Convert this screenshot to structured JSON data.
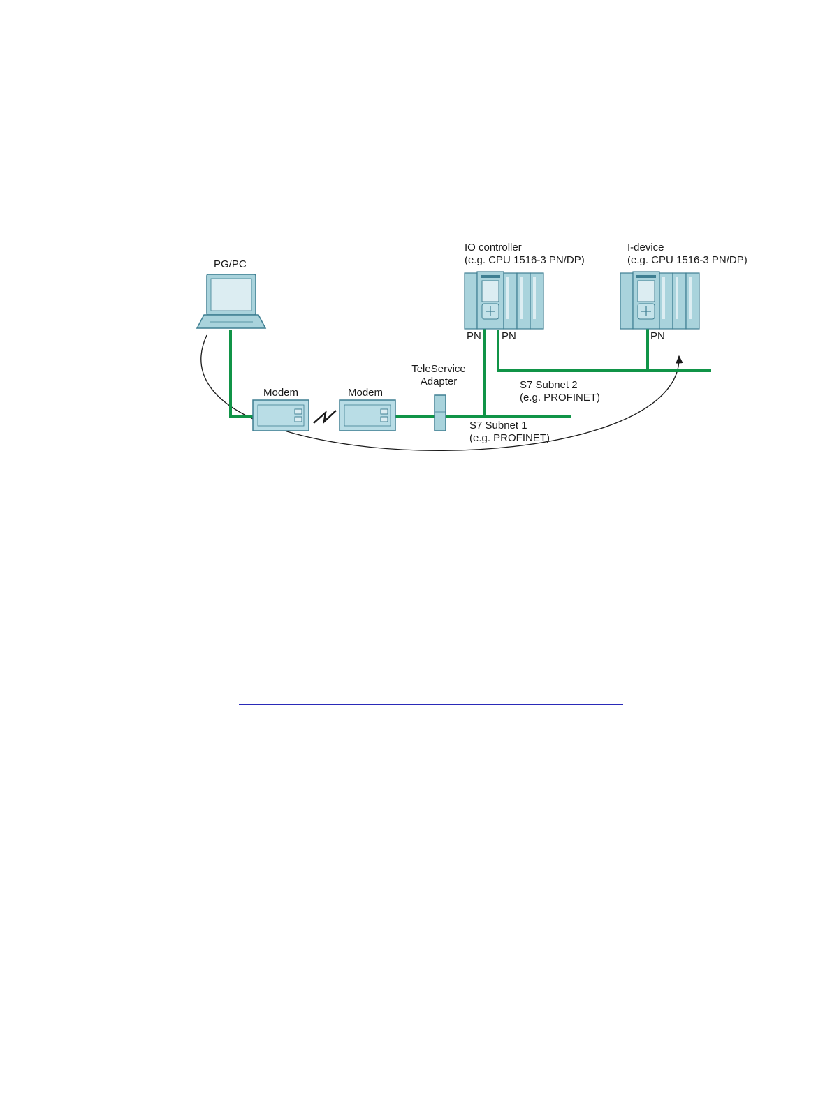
{
  "diagram": {
    "pgpc": {
      "label": "PG/PC"
    },
    "modem_left": {
      "label": "Modem"
    },
    "modem_right": {
      "label": "Modem"
    },
    "teleservice": {
      "label_line1": "TeleService",
      "label_line2": "Adapter"
    },
    "io_controller": {
      "label_line1": "IO controller",
      "label_line2": "(e.g. CPU 1516-3 PN/DP)",
      "port1": "PN",
      "port2": "PN"
    },
    "i_device": {
      "label_line1": "I-device",
      "label_line2": "(e.g. CPU 1516-3 PN/DP)",
      "port": "PN"
    },
    "subnet1": {
      "label_line1": "S7 Subnet 1",
      "label_line2": "(e.g. PROFINET)"
    },
    "subnet2": {
      "label_line1": "S7 Subnet 2",
      "label_line2": "(e.g. PROFINET)"
    }
  },
  "colors": {
    "network_line": "#109447",
    "device_fill": "#a9d3dc",
    "device_stroke": "#3f7f92",
    "modem_fill": "#b9dde6",
    "link": "#2a2ab8"
  }
}
